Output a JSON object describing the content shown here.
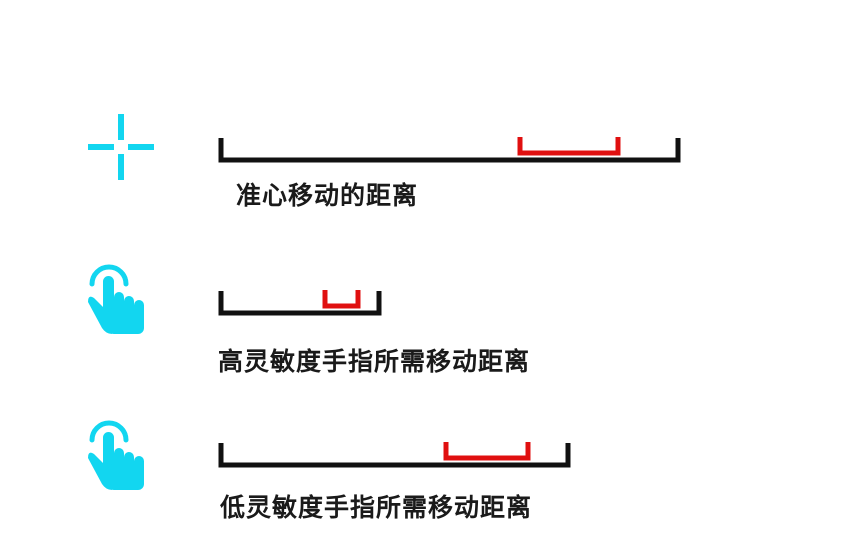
{
  "colors": {
    "icon": "#12d6f0",
    "bar": "#111111",
    "segment": "#e01010"
  },
  "rows": [
    {
      "icon": "crosshair-icon",
      "label": "准心移动的距离",
      "bar_range": [
        0,
        1
      ],
      "segment_range": [
        0.656,
        0.873
      ]
    },
    {
      "icon": "tap-finger-icon",
      "label": "高灵敏度手指所需移动距离",
      "bar_range": [
        0,
        1
      ],
      "segment_range": [
        0.656,
        0.873
      ]
    },
    {
      "icon": "tap-finger-icon",
      "label": "低灵敏度手指所需移动距离",
      "bar_range": [
        0,
        1
      ],
      "segment_range": [
        0.656,
        0.873
      ]
    }
  ]
}
